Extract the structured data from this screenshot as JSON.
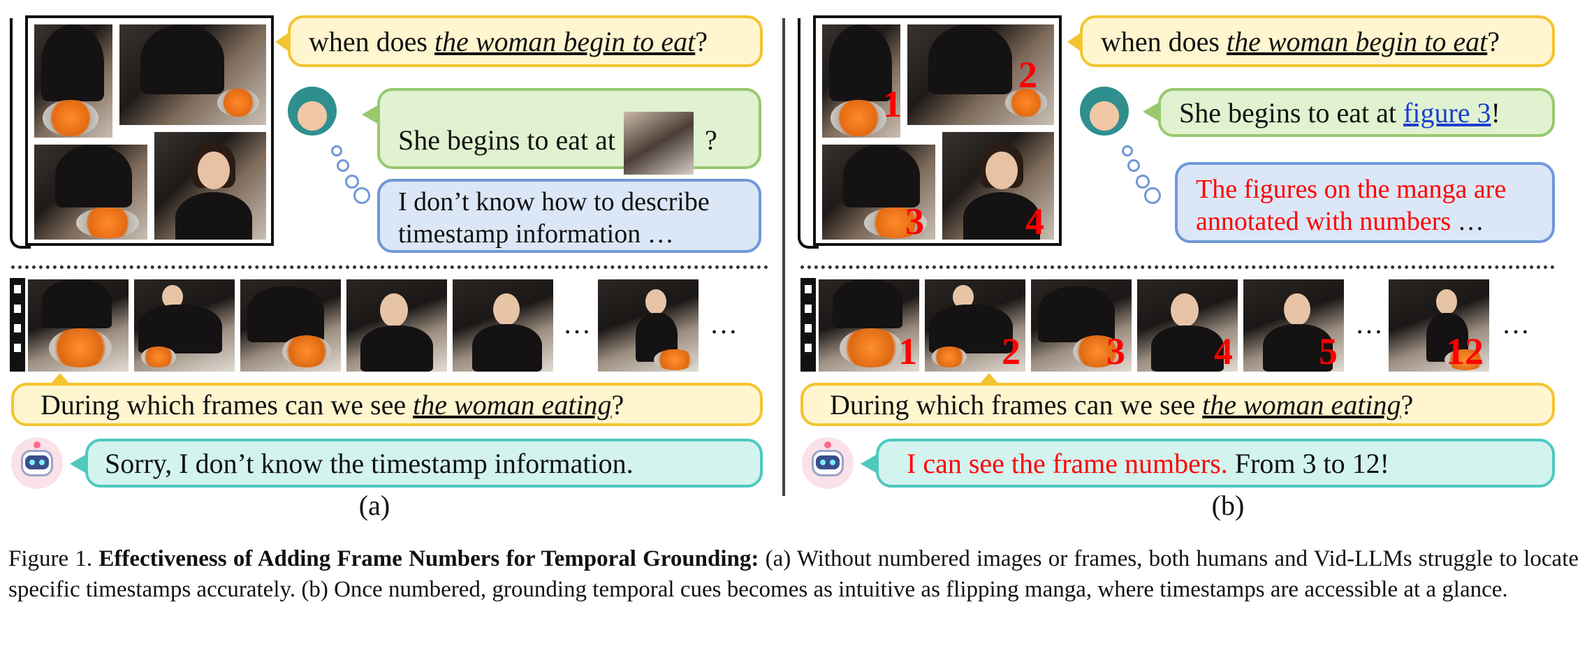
{
  "panel_a": {
    "question_manga": {
      "prefix": "when does ",
      "emph": "the woman begin to eat",
      "suffix": "?"
    },
    "human_reply": {
      "prefix": "She begins to eat at",
      "suffix": "?"
    },
    "thought": {
      "line1": "I don’t know how to describe",
      "line2": "timestamp information …"
    },
    "ellipsis": "…",
    "question_video": {
      "prefix": "During which frames can we see ",
      "emph": "the woman eating",
      "suffix": "?"
    },
    "bot_reply": "Sorry, I don’t know the timestamp information.",
    "sublabel": "(a)"
  },
  "panel_b": {
    "question_manga": {
      "prefix": "when does ",
      "emph": "the woman begin to eat",
      "suffix": "?"
    },
    "human_reply": {
      "prefix": "She begins to eat at ",
      "link": "figure 3",
      "suffix": "!"
    },
    "thought": {
      "line1": "The figures on the manga are",
      "line2_red": "annotated with numbers",
      "line2_rest": " …"
    },
    "manga_numbers": [
      "1",
      "2",
      "3",
      "4"
    ],
    "frame_numbers": [
      "1",
      "2",
      "3",
      "4",
      "5",
      "12"
    ],
    "ellipsis": "…",
    "question_video": {
      "prefix": "During which frames can we see ",
      "emph": "the woman eating",
      "suffix": "?"
    },
    "bot_reply_red": "I can see the frame numbers.",
    "bot_reply_rest": " From 3 to 12!",
    "sublabel": "(b)"
  },
  "caption": {
    "label": "Figure 1.",
    "bold": "Effectiveness of Adding Frame Numbers for Temporal Grounding:",
    "text": " (a) Without numbered images or frames, both humans and Vid-LLMs struggle to locate specific timestamps accurately. (b) Once numbered, grounding temporal cues becomes as intuitive as flipping manga, where timestamps are accessible at a glance."
  },
  "colors": {
    "yellow": "#f4c430",
    "green": "#98c96f",
    "blue": "#6f98d8",
    "teal": "#4dc9bf",
    "annotation_red": "#ff0000",
    "link_blue": "#1a3fd1"
  },
  "icons": [
    "manga-book",
    "human-avatar",
    "robot-avatar",
    "film-strip"
  ]
}
